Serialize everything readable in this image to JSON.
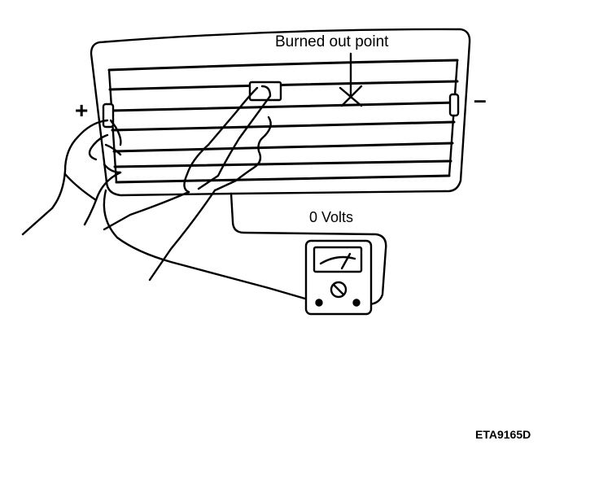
{
  "diagram": {
    "labels": {
      "burned_out_point": "Burned out point",
      "voltage_reading": "0 Volts",
      "positive_terminal": "+",
      "negative_terminal": "–",
      "figure_code": "ETA9165D"
    },
    "colors": {
      "line": "#000000",
      "background": "#ffffff"
    },
    "icons": {
      "meter": "analog-voltmeter-icon",
      "fault_mark": "x-mark-icon"
    }
  }
}
